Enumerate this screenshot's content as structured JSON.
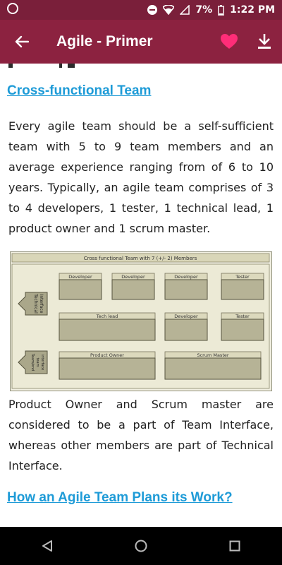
{
  "status_bar": {
    "battery": "7%",
    "time": "1:22 PM"
  },
  "app_bar": {
    "title": "Agile - Primer"
  },
  "article": {
    "section1_heading": "Cross-functional Team",
    "para1": "Every agile team should be a self-sufficient team with 5 to 9 team members and an average experience ranging from of 6 to 10 years. Typically, an agile team comprises of 3 to 4 developers, 1 tester, 1 technical lead, 1 product owner and 1 scrum master.",
    "diagram": {
      "title": "Cross functional Team with 7 (+/- 2)  Members",
      "technical_interface": [
        "Technical",
        "Interface"
      ],
      "team_interface": [
        "Team/end",
        "team",
        "interface"
      ],
      "row1": [
        "Developer",
        "Developer",
        "Developer",
        "Tester"
      ],
      "row2": [
        "Tech lead",
        "Developer",
        "Tester"
      ],
      "row3": [
        "Product Owner",
        "Scrum Master"
      ]
    },
    "para2": "Product Owner and Scrum master are considered to be a part of Team Interface, whereas other members are part of Technical Interface.",
    "section2_heading": "How an Agile Team Plans its Work?"
  },
  "colors": {
    "status_bar": "#7a1f3a",
    "app_bar": "#8c2240",
    "link": "#1e9bd7",
    "heart": "#ff2d78"
  }
}
